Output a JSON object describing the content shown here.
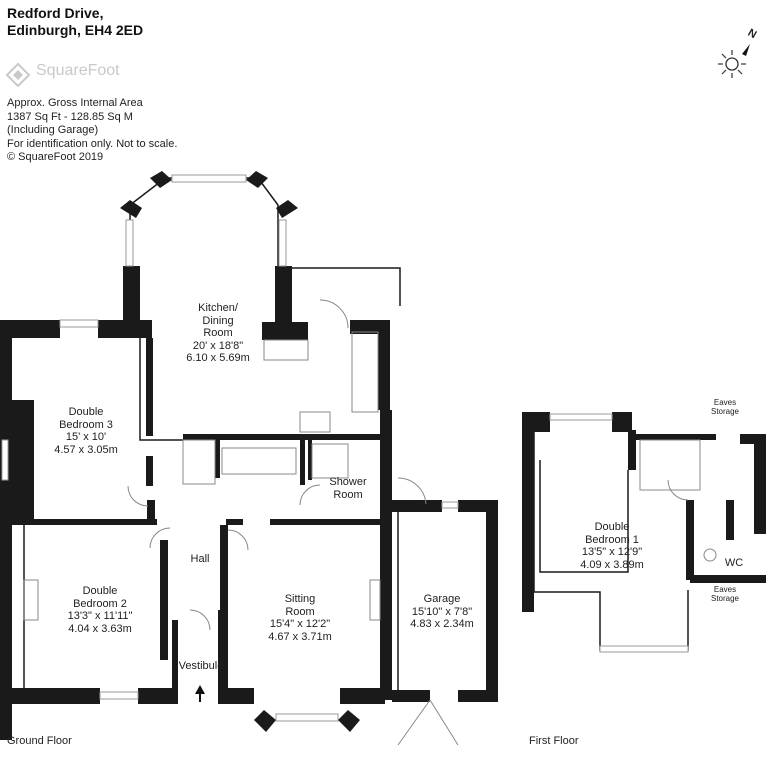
{
  "header": {
    "address_line1": "Redford Drive,",
    "address_line2": "Edinburgh, EH4 2ED",
    "brand": "SquareFoot",
    "info_lines": [
      "Approx. Gross Internal Area",
      "1387 Sq Ft  -  128.85 Sq M",
      "(Including Garage)",
      "For identification only. Not to scale.",
      "© SquareFoot 2019"
    ],
    "compass_letter": "N"
  },
  "floors": {
    "ground": "Ground Floor",
    "first": "First Floor"
  },
  "rooms": {
    "kitchen": [
      "Kitchen/",
      "Dining",
      "Room",
      "20' x 18'8\"",
      "6.10 x 5.69m"
    ],
    "bed3": [
      "Double",
      "Bedroom 3",
      "15' x 10'",
      "4.57 x 3.05m"
    ],
    "shower": [
      "Shower",
      "Room"
    ],
    "hall": [
      "Hall"
    ],
    "bed2": [
      "Double",
      "Bedroom 2",
      "13'3\" x 11'11\"",
      "4.04 x 3.63m"
    ],
    "sitting": [
      "Sitting",
      "Room",
      "15'4\" x 12'2\"",
      "4.67 x 3.71m"
    ],
    "garage": [
      "Garage",
      "15'10\" x 7'8\"",
      "4.83 x 2.34m"
    ],
    "vestibule": [
      "Vestibule"
    ],
    "bed1": [
      "Double",
      "Bedroom 1",
      "13'5\" x 12'9\"",
      "4.09 x 3.89m"
    ],
    "wc": [
      "WC"
    ],
    "eaves_top": [
      "Eaves",
      "Storage"
    ],
    "eaves_bottom": [
      "Eaves",
      "Storage"
    ]
  },
  "colors": {
    "wall": "#1a1a1a",
    "window": "#cfcfcf",
    "fixture": "#888888",
    "logo": "#c9c9c9"
  }
}
